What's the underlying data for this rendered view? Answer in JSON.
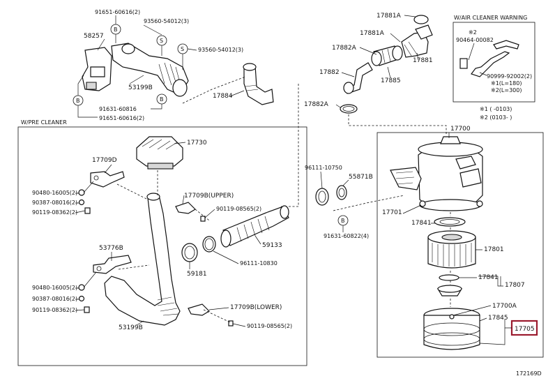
{
  "diagram_id": "172169D",
  "section_titles": {
    "pre_cleaner": "W/PRE CLEANER",
    "air_cleaner_warning": "W/AIR CLEANER WARNING"
  },
  "labels": {
    "p91651_60616_top": "91651-60616(2)",
    "p58257": "58257",
    "p93560_54012_a": "93560-54012(3)",
    "s_mark_a": "S",
    "s_mark_b": "S",
    "b_mark_a": "B",
    "b_mark_b": "B",
    "b_mark_c": "B",
    "p93560_54012_b": "93560-54012(3)",
    "p53199b_top": "53199B",
    "p91631_60816": "91631-60816",
    "p91651_60616_bot": "91651-60616(2)",
    "p17884": "17884",
    "p17881a_top": "17881A",
    "p17881a_mid": "17881A",
    "p17882a_top": "17882A",
    "p17881": "17881",
    "p17882": "17882",
    "p17885": "17885",
    "p17882a_mid": "17882A",
    "warn_mark2": "※2",
    "warn_90464_00082": "90464-00082",
    "warn_90999_92002": "90999-92002(2)",
    "warn_l180": "※1(L=180)",
    "warn_l300": "※2(L=300)",
    "note1": "※1 (      -0103)",
    "note2": "※2 (0103-      )",
    "p17730": "17730",
    "p17709d": "17709D",
    "p90480_16005_a": "90480-16005(2)",
    "p90387_08016_a": "90387-08016(2)",
    "p90119_08362_a": "90119-08362(2)",
    "p17709b_upper": "17709B(UPPER)",
    "p90119_08565_a": "90119-08565(2)",
    "p53776b": "53776B",
    "p90480_16005_b": "90480-16005(2)",
    "p90387_08016_b": "90387-08016(2)",
    "p90119_08362_b": "90119-08362(2)",
    "p53199b_bot": "53199B",
    "p59181": "59181",
    "p96111_10830": "96111-10830",
    "p59133": "59133",
    "p17709b_lower": "17709B(LOWER)",
    "p90119_08565_b": "90119-08565(2)",
    "p96111_10750": "96111-10750",
    "p55871b": "55871B",
    "p91631_60822": "91631-60822(4)",
    "p17700": "17700",
    "p17701": "17701",
    "p17841_a": "17841",
    "p17801": "17801",
    "p17841_b": "17841",
    "p17807": "17807",
    "p17700a": "17700A",
    "p17845": "17845",
    "p17705": "17705"
  },
  "highlight": {
    "part": "17705",
    "color": "#9b1b2e"
  }
}
